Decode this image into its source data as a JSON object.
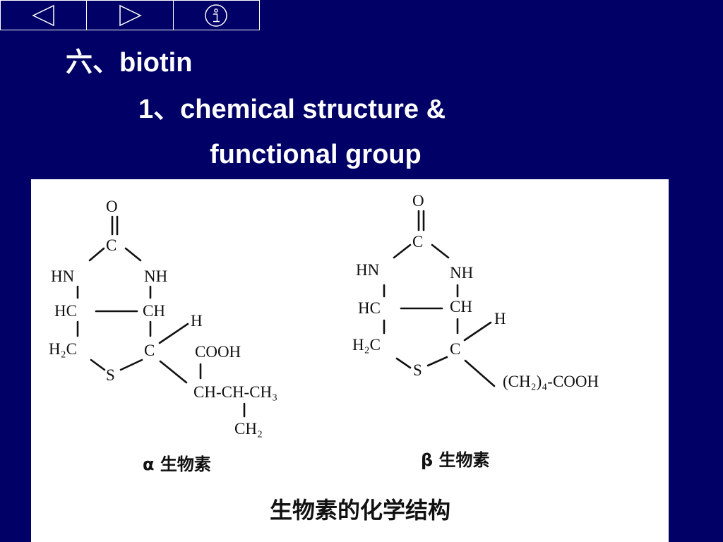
{
  "nav": {
    "prev_icon": "triangle-left-icon",
    "next_icon": "triangle-right-icon",
    "info_icon": "info-icon",
    "color": "#ffffff"
  },
  "slide": {
    "background": "#000066",
    "title_line1": "六、biotin",
    "title_line2": "1、chemical  structure &",
    "title_line3": "functional group"
  },
  "figure": {
    "caption": "生物素的化学结构",
    "alpha": {
      "label": "α 生物素",
      "O": "O",
      "C_top": "C",
      "HN": "HN",
      "NH": "NH",
      "HC": "HC",
      "CH": "CH",
      "H2C": "H₂C",
      "S": "S",
      "C_bot": "C",
      "H": "H",
      "COOH": "COOH",
      "chain": "CH-CH-CH₃",
      "CH2": "CH₂"
    },
    "beta": {
      "label": "β 生物素",
      "O": "O",
      "C_top": "C",
      "HN": "HN",
      "NH": "NH",
      "HC": "HC",
      "CH": "CH",
      "H2C": "H₂C",
      "S": "S",
      "C_bot": "C",
      "H": "H",
      "chain": "(CH₂)₄-COOH"
    }
  }
}
